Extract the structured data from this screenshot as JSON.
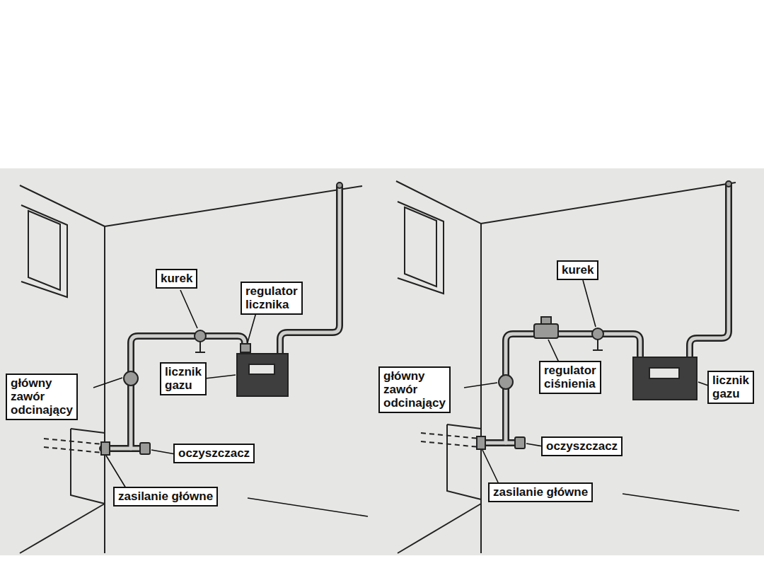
{
  "diagram": {
    "nodes": [
      {
        "text": [
          "kurek"
        ]
      },
      {
        "text": [
          "regulator licznika"
        ]
      },
      {
        "text": [
          "główny zawór odcinający"
        ]
      },
      {
        "text": [
          "licznik gazu"
        ]
      },
      {
        "text": [
          "oczyszczacz"
        ]
      },
      {
        "text": [
          "zasilanie główne"
        ]
      },
      {
        "text": [
          "kurek"
        ]
      },
      {
        "text": [
          "regulator ciśnienia"
        ]
      },
      {
        "text": [
          "główny zawór odcinający"
        ]
      },
      {
        "text": [
          "licznik gazu"
        ]
      },
      {
        "text": [
          "oczyszczacz"
        ]
      },
      {
        "text": [
          "zasilanie główne"
        ]
      }
    ]
  }
}
